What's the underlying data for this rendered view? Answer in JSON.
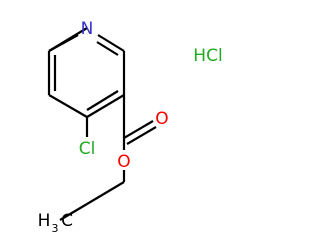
{
  "molecule": {
    "atoms": {
      "nitrogen": "N",
      "chlorine": "Cl",
      "carbonyl_oxygen": "O",
      "ester_oxygen": "O",
      "methyl_carbon": "H",
      "methyl_subscript": "3",
      "methyl_c": "C"
    },
    "salt": "HCl"
  },
  "colors": {
    "bond": "#000000",
    "nitrogen": "#3333cc",
    "oxygen": "#ff0000",
    "chlorine": "#22aa22",
    "carbon_hydrogen": "#000000"
  }
}
